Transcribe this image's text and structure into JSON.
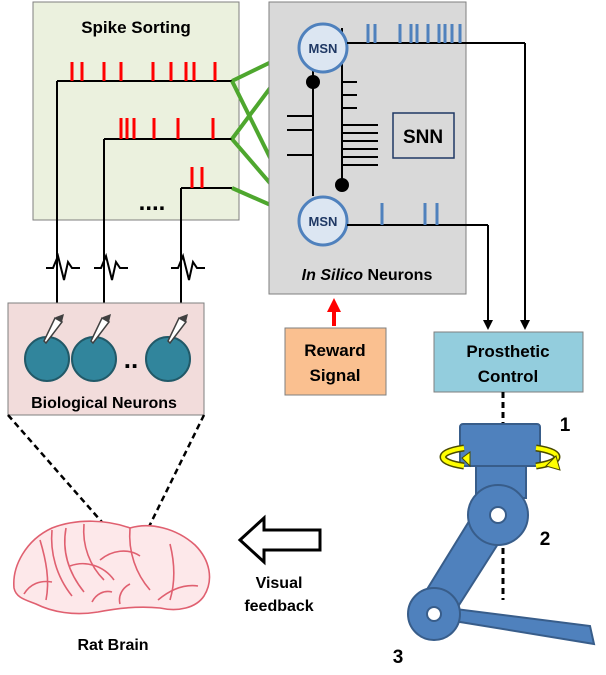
{
  "spike_sorting": {
    "title": "Spike Sorting",
    "ellipsis": "...."
  },
  "snn": {
    "label": "SNN",
    "msn_label": "MSN",
    "caption_italic": "In Silico",
    "caption_rest": " Neurons"
  },
  "reward": {
    "line1": "Reward",
    "line2": "Signal"
  },
  "prosthetic": {
    "line1": "Prosthetic",
    "line2": "Control"
  },
  "bio": {
    "title": "Biological Neurons",
    "dots": ".."
  },
  "rat": {
    "label": "Rat Brain"
  },
  "feedback": {
    "line1": "Visual",
    "line2": "feedback"
  },
  "arm": {
    "joint1": "1",
    "joint2": "2",
    "joint3": "3"
  },
  "colors": {
    "spike_panel": "#ebf1de",
    "snn_panel": "#d9d9d9",
    "bio_panel": "#f2dcdb",
    "reward_box": "#fac090",
    "prosthetic_box": "#93cddd",
    "neuron_circle": "#dce6f2",
    "neuron_outline": "#4f81bd",
    "msn_text": "#1f3864",
    "red_spike": "#ff0000",
    "blue_spike": "#4f81bd",
    "green_arrow": "#4ea72e",
    "bio_neuron": "#31859c",
    "arm": "#4f81bd",
    "rotation_arrow": "#ffff00",
    "brain": "#e06070"
  },
  "icons": [
    "spike-waveform-icon",
    "electrode-icon",
    "rotation-arrow-icon",
    "hollow-arrow-icon",
    "rat-brain-icon"
  ]
}
